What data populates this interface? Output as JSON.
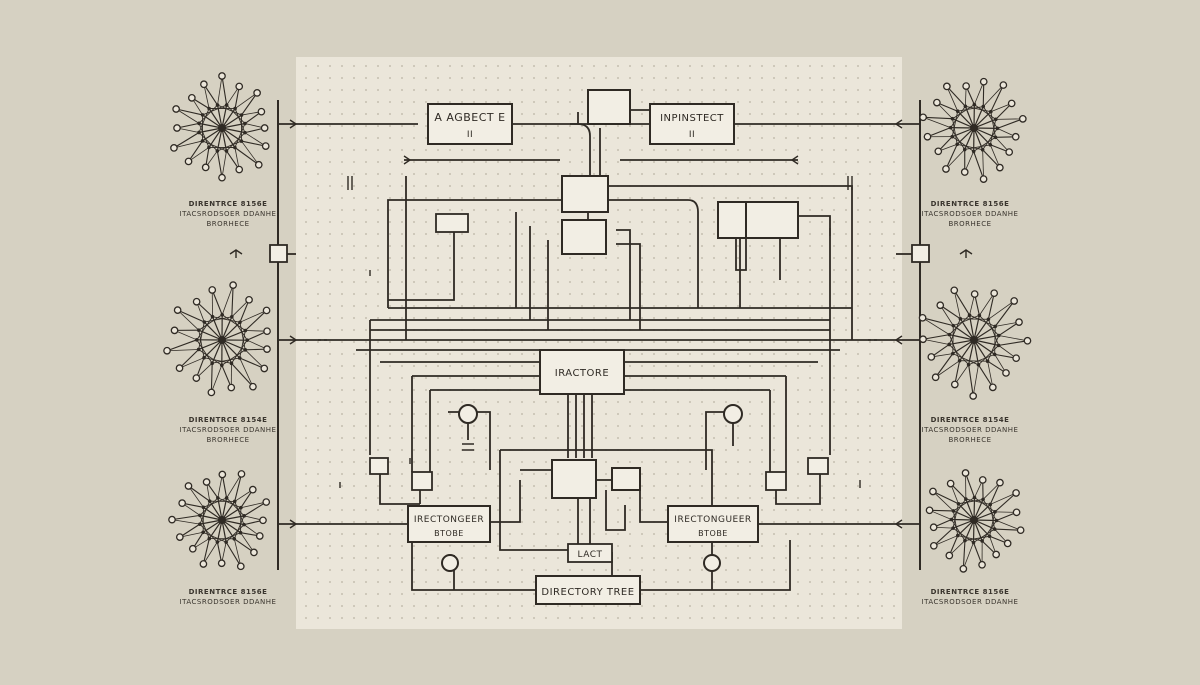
{
  "boxes": {
    "top_left": {
      "line1": "A AGBECT E",
      "line2": "II"
    },
    "top_right": {
      "line1": "INPINSTECT",
      "line2": "II"
    },
    "center": {
      "label": "IRACTORE"
    },
    "bottom_left": {
      "line1": "IRECTONGEER",
      "line2": "BTOBE"
    },
    "bottom_right": {
      "line1": "IRECTONGUEER",
      "line2": "BTOBE"
    },
    "lact": {
      "label": "LACT"
    },
    "directory": {
      "label": "DIRECTORY TREE"
    }
  },
  "captions": {
    "left": [
      {
        "line1": "DIRENTRCE 8156E",
        "line2": "ITACSRODSOER DDANHE",
        "line3": "BRORHECE"
      },
      {
        "line1": "DIRENTRCE 8154E",
        "line2": "ITACSRODSOER DDANHE",
        "line3": "BRORHECE"
      },
      {
        "line1": "DIRENTRCE 8156E",
        "line2": "ITACSRODSOER DDANHE",
        "line3": ""
      }
    ],
    "right": [
      {
        "line1": "DIRENTRCE 8156E",
        "line2": "ITACSRODSOER DDANHE",
        "line3": "BRORHECE"
      },
      {
        "line1": "DIRENTRCE 8154E",
        "line2": "ITACSRODSOER DDANHE",
        "line3": "BRORHECE"
      },
      {
        "line1": "DIRENTRCE 8156E",
        "line2": "ITACSRODSOER DDANHE",
        "line3": ""
      }
    ]
  },
  "colors": {
    "background": "#d6d1c2",
    "panel": "#ebe6da",
    "line": "#2f2a24",
    "box_fill": "#f2eee4"
  }
}
